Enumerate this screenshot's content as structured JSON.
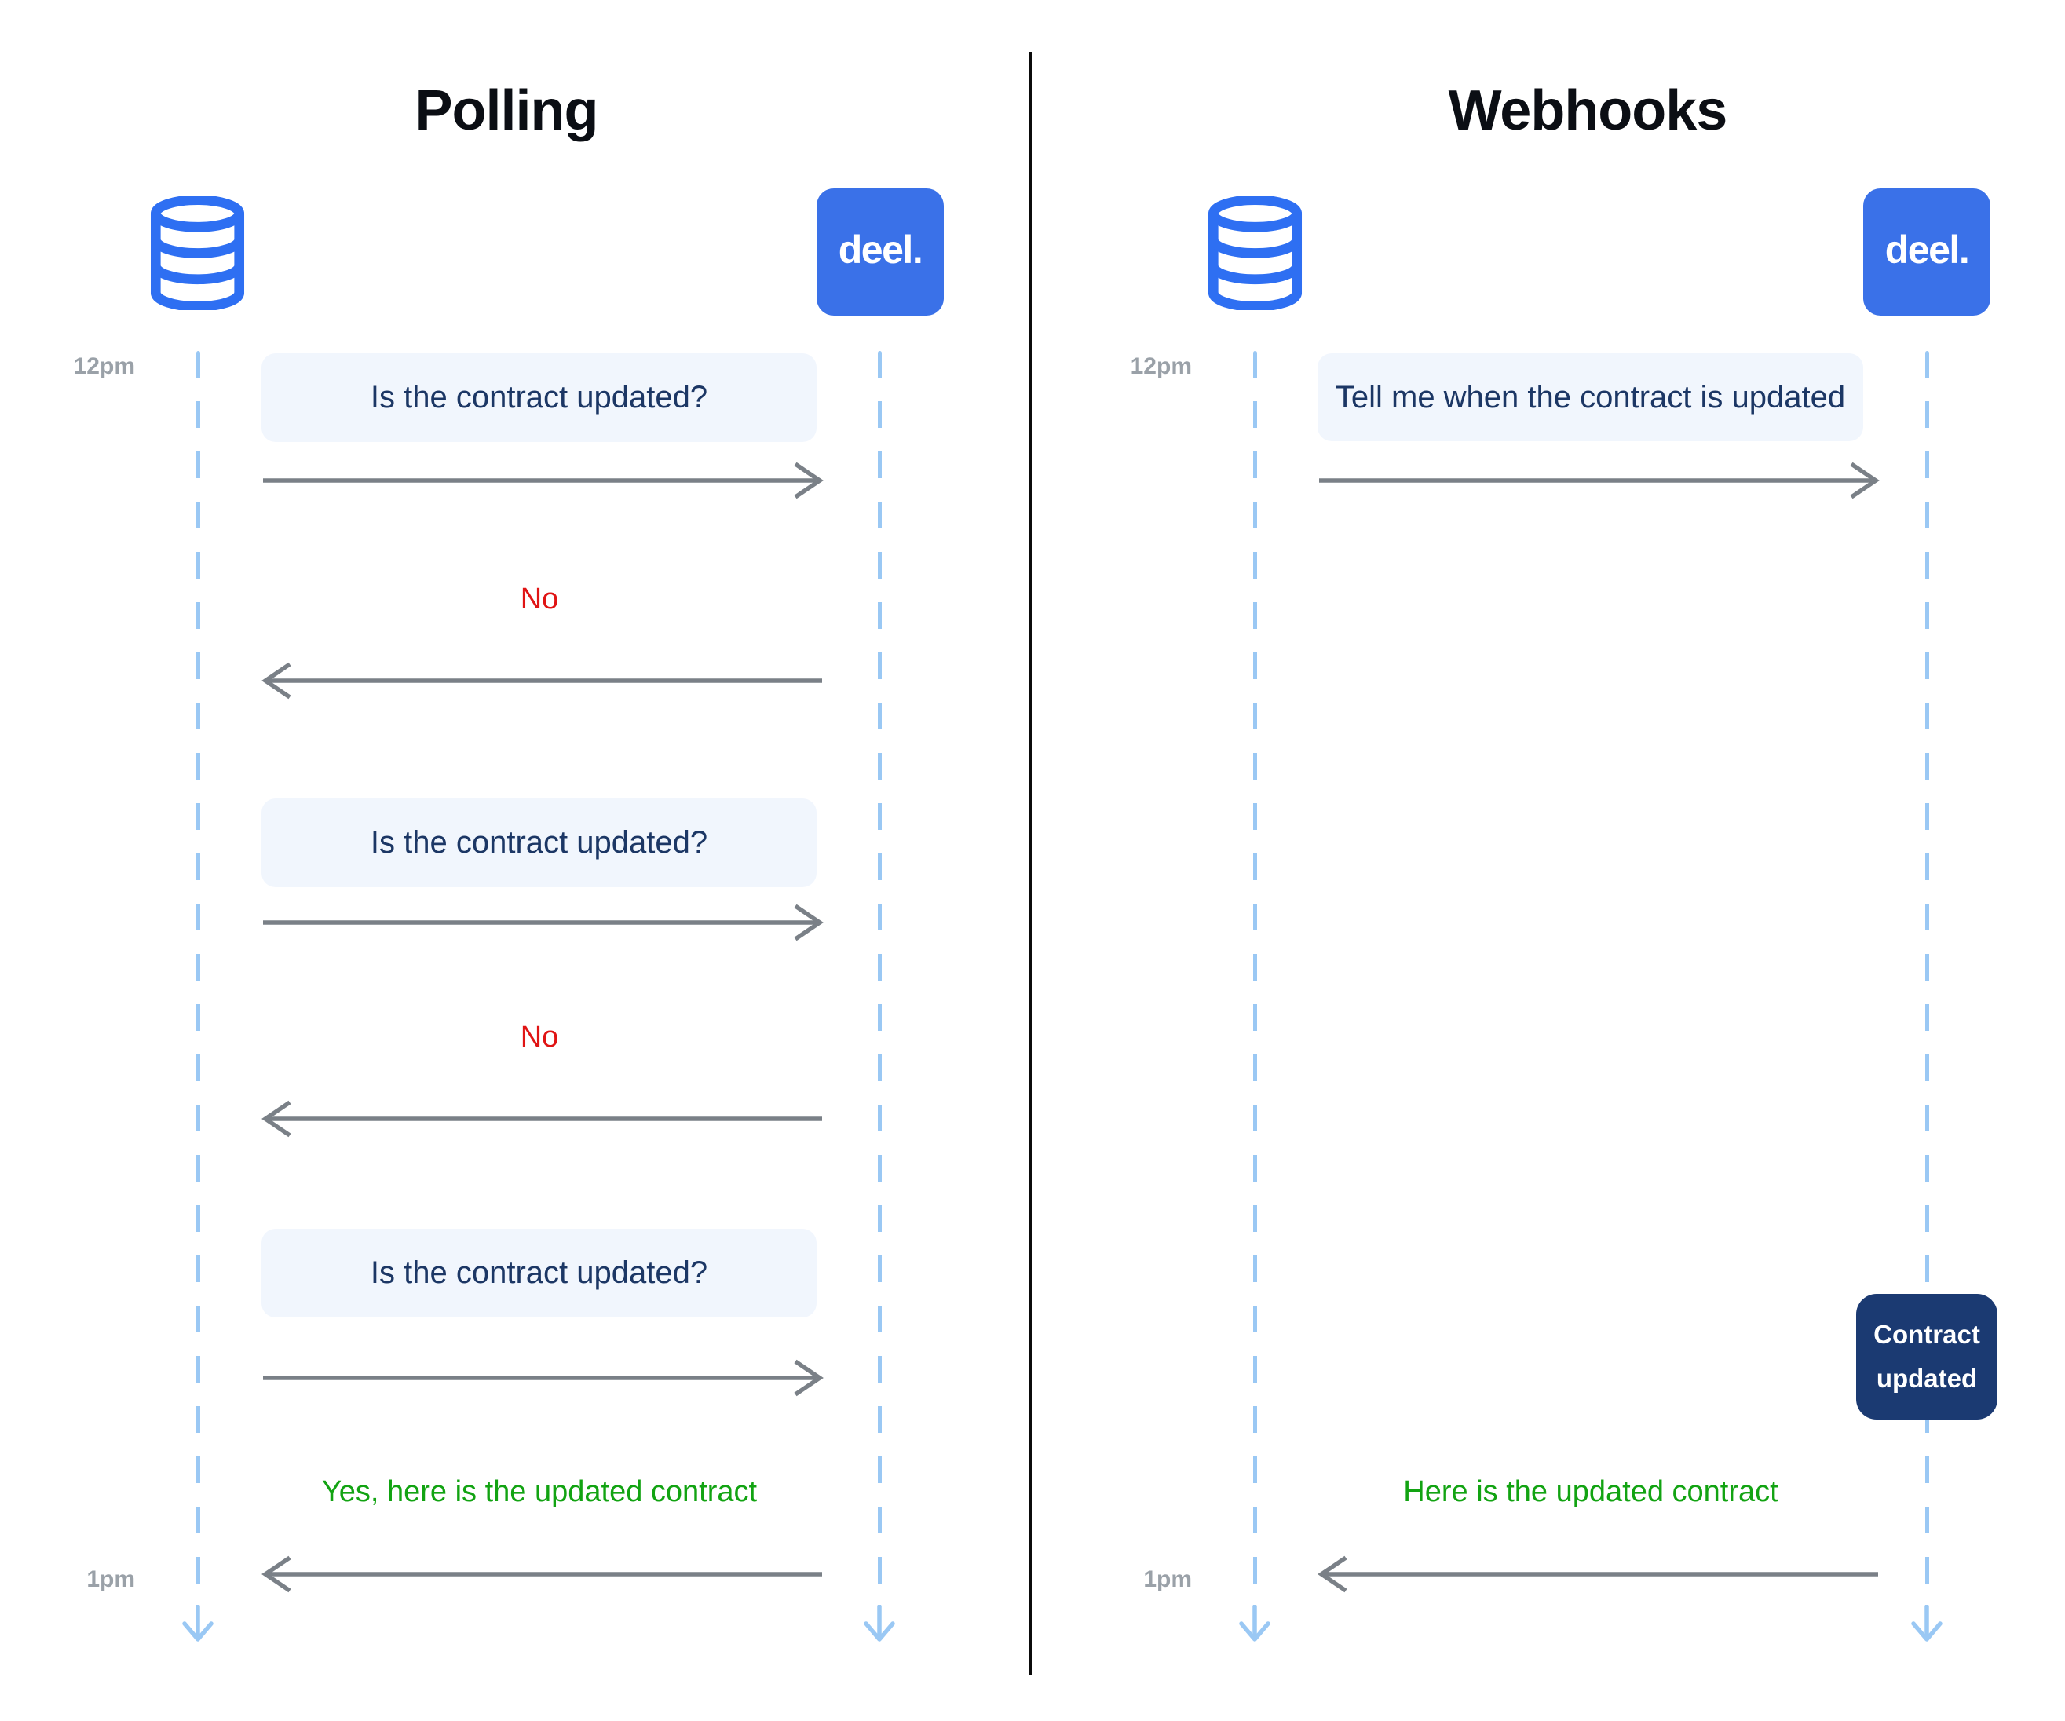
{
  "colors": {
    "deel-blue": "#3A71E8",
    "db-icon-blue": "#2E6FF2",
    "lifeline-blue": "#9AC8F4",
    "message-box-bg": "#F1F6FD",
    "message-text-navy": "#1C3765",
    "negative-red": "#E01414",
    "positive-green": "#12A312",
    "arrow-gray": "#7A8087",
    "time-label-gray": "#9AA1A8",
    "event-box-navy": "#1B3A72",
    "title-black": "#0B0E14"
  },
  "polling": {
    "title": "Polling",
    "deel_logo_text": "deel.",
    "time_start": "12pm",
    "time_end": "1pm",
    "request_text": "Is the contract updated?",
    "negative_response_text": "No",
    "positive_response_text": "Yes, here is the updated contract"
  },
  "webhooks": {
    "title": "Webhooks",
    "deel_logo_text": "deel.",
    "time_start": "12pm",
    "time_end": "1pm",
    "subscription_text": "Tell me when the contract is updated",
    "event_text": "Contract updated",
    "delivery_text": "Here is the updated contract"
  }
}
